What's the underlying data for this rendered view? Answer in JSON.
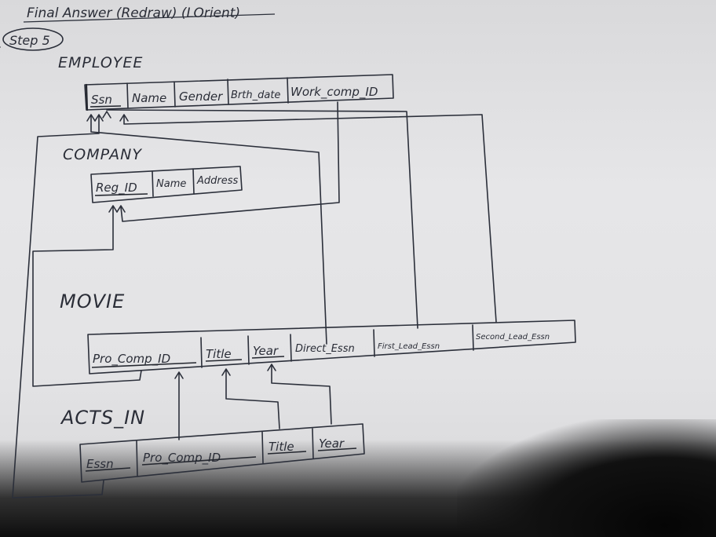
{
  "header": {
    "scribble_text": "Final Answer (Redraw) (LOrient)",
    "step_label": "Step 5"
  },
  "tables": {
    "employee": {
      "title": "EMPLOYEE",
      "fields": [
        "Ssn",
        "Name",
        "Gender",
        "Brth_date",
        "Work_comp_ID"
      ]
    },
    "company": {
      "title": "COMPANY",
      "fields": [
        "Reg_ID",
        "Name",
        "Address"
      ]
    },
    "movie": {
      "title": "MOVIE",
      "fields": [
        "Pro_Comp_ID",
        "Title",
        "Year",
        "Direct_Essn",
        "First_Lead_Essn",
        "Second_Lead_Essn"
      ]
    },
    "acts_in": {
      "title": "ACTS_IN",
      "fields": [
        "Essn",
        "Pro_Comp_ID",
        "Title",
        "Year"
      ]
    }
  },
  "colors": {
    "ink": "#2b2f3a",
    "paper": "#e3e3e5"
  }
}
